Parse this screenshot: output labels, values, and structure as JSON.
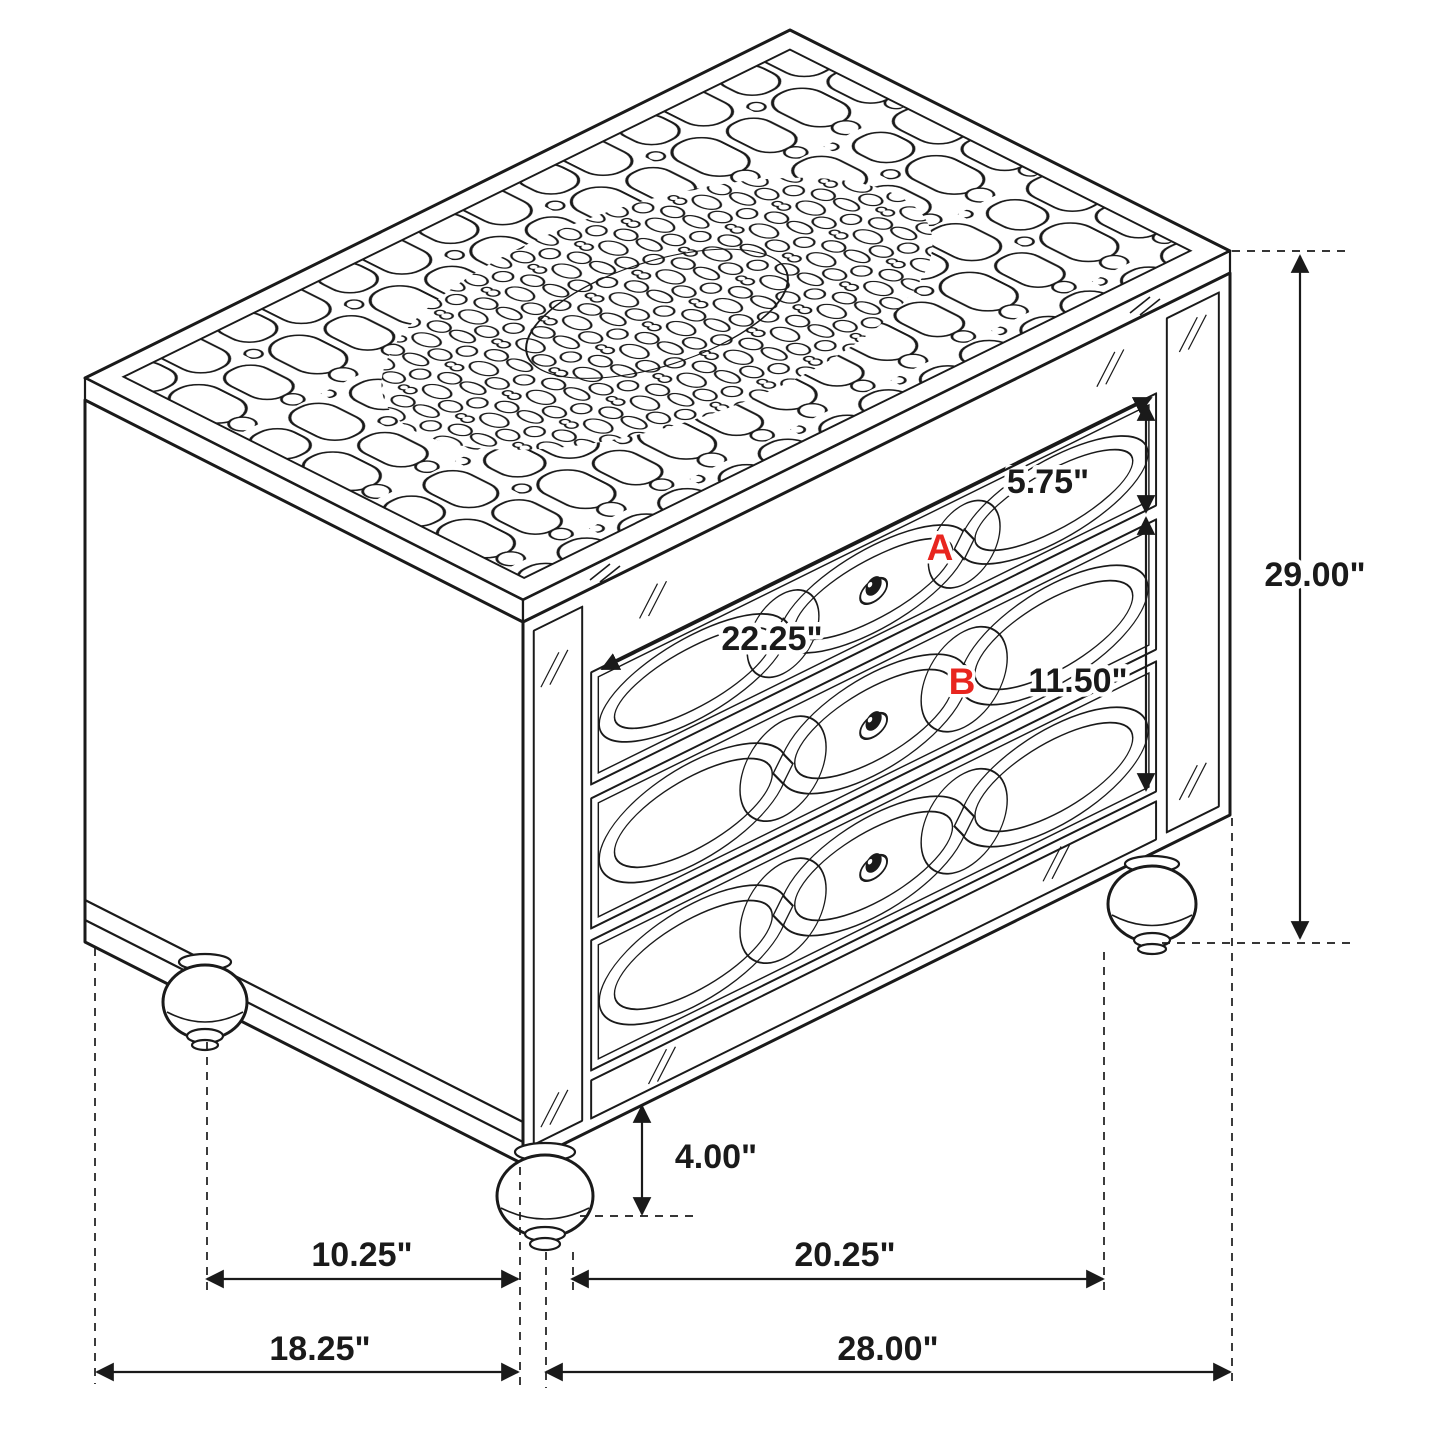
{
  "diagram": {
    "type": "furniture-dimension-diagram",
    "subject": "3-drawer mirrored nightstand isometric view",
    "colors": {
      "line": "#1a1a1a",
      "highlight_red": "#e8251f",
      "background": "#ffffff"
    },
    "dims": {
      "total_height": "29.00\"",
      "drawer_a_height": "5.75\"",
      "drawer_width": "22.25\"",
      "drawer_b_height": "11.50\"",
      "foot_height": "4.00\"",
      "foot_spacing_depth": "10.25\"",
      "foot_spacing_width": "20.25\"",
      "depth": "18.25\"",
      "width": "28.00\""
    },
    "markers": {
      "a": "A",
      "b": "B"
    }
  }
}
